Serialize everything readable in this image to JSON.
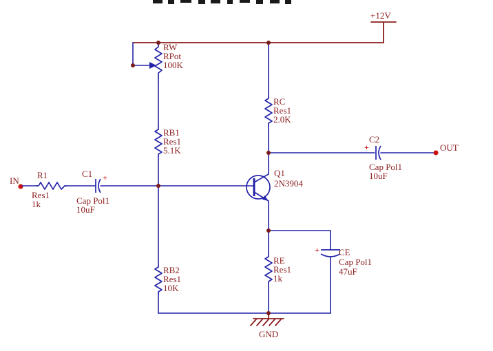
{
  "power": {
    "label": "+12V"
  },
  "ground": {
    "label": "GND"
  },
  "io": {
    "input_label": "IN",
    "output_label": "OUT"
  },
  "polarity": "+",
  "components": {
    "rw": {
      "ref": "RW",
      "type": "RPot",
      "value": "100K"
    },
    "rb1": {
      "ref": "RB1",
      "type": "Res1",
      "value": "5.1K"
    },
    "rb2": {
      "ref": "RB2",
      "type": "Res1",
      "value": "10K"
    },
    "rc": {
      "ref": "RC",
      "type": "Res1",
      "value": "2.0K"
    },
    "re": {
      "ref": "RE",
      "type": "Res1",
      "value": "1k"
    },
    "r1": {
      "ref": "R1",
      "type": "Res1",
      "value": "1k"
    },
    "c1": {
      "ref": "C1",
      "type": "Cap Pol1",
      "value": "10uF"
    },
    "c2": {
      "ref": "C2",
      "type": "Cap Pol1",
      "value": "10uF"
    },
    "ce": {
      "ref": "CE",
      "type": "Cap Pol1",
      "value": "47uF"
    },
    "q1": {
      "ref": "Q1",
      "type": "2N3904"
    }
  },
  "colors": {
    "wire": "#2323aa",
    "rail": "#8b1c1c",
    "label": "#8b1c1c",
    "terminal": "#cc1111",
    "background": "#ffffff"
  }
}
